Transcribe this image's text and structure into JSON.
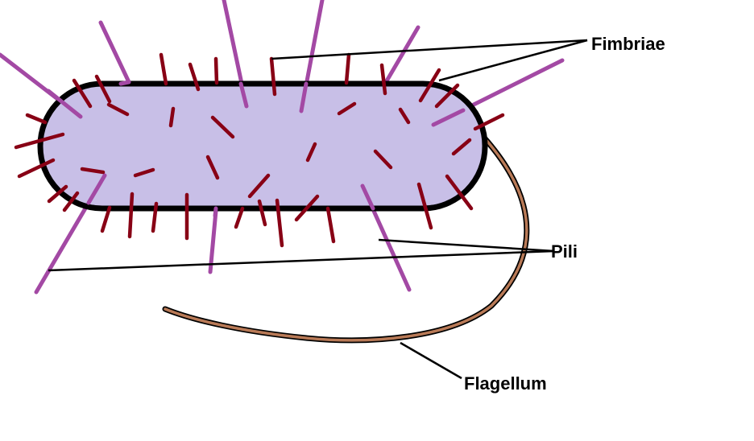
{
  "labels": {
    "fimbriae": "Fimbriae",
    "pili": "Pili",
    "flagellum": "Flagellum"
  },
  "colors": {
    "cell_fill": "#c8bfe7",
    "cell_outline": "#000000",
    "fimbriae": "#880015",
    "pili": "#a349a4",
    "flagellum_fill": "#b97a57",
    "flagellum_outline": "#000000",
    "leader_lines": "#000000"
  }
}
